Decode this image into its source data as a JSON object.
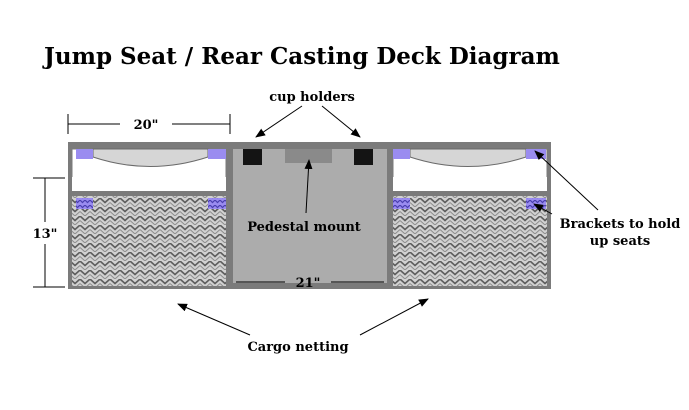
{
  "title": "Jump Seat / Rear Casting Deck Diagram",
  "labels": {
    "cup_holders": "cup holders",
    "pedestal_mount": "Pedestal mount",
    "brackets": [
      "Brackets to hold",
      "up seats"
    ],
    "cargo_netting": "Cargo netting"
  },
  "dimensions": {
    "seat_width": "20\"",
    "seat_height": "13\"",
    "center_width": "21\""
  },
  "colors": {
    "frame": "#7b7b7b",
    "center_fill": "#acacac",
    "bracket": "#9a8cf0",
    "pedestal": "#8a8a8a",
    "cup": "#141414",
    "net_bg": "#cfcfcf"
  }
}
